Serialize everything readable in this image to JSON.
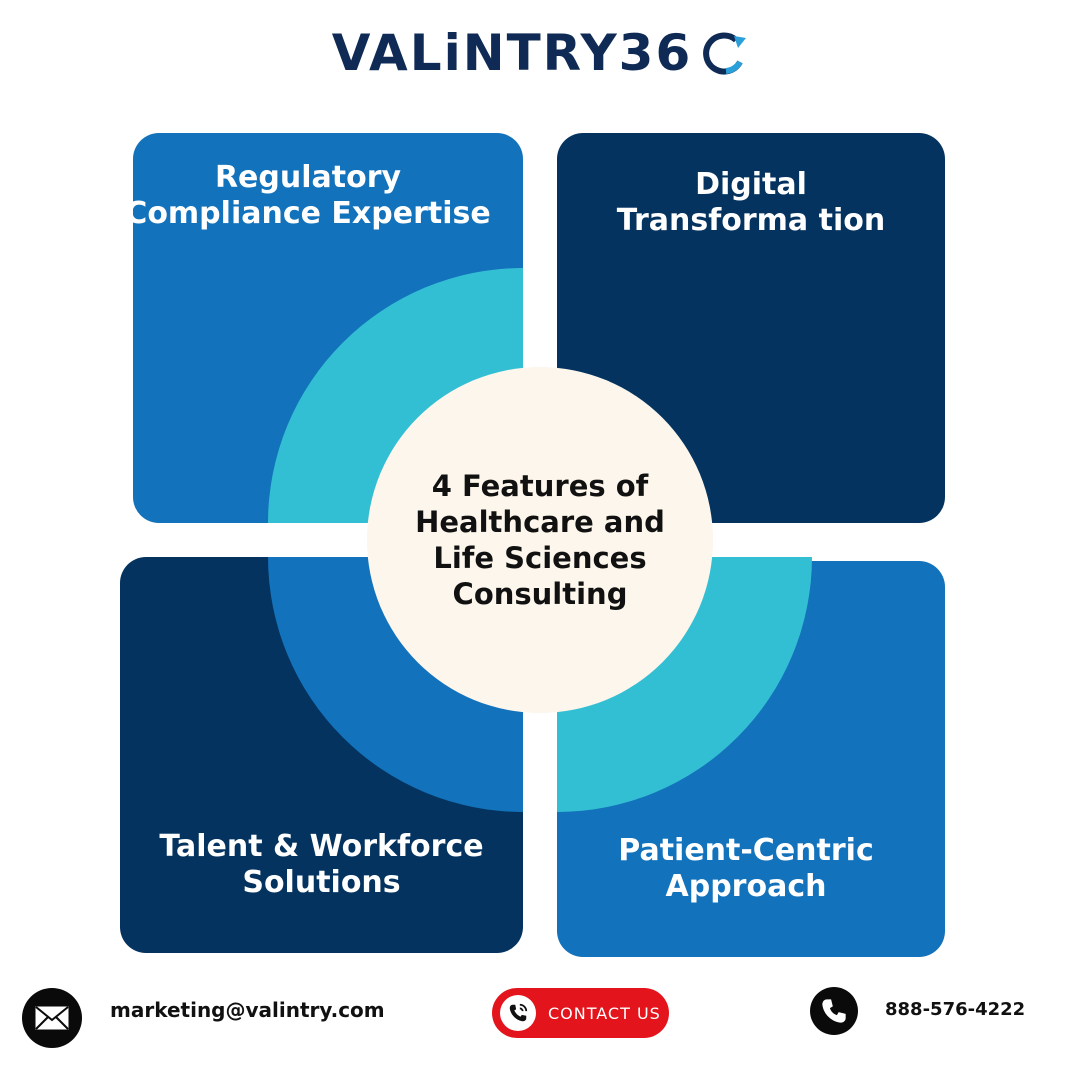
{
  "brand": {
    "name": "VALiNTRY",
    "suffix": "36",
    "accent": "#2a9fd8"
  },
  "center": {
    "title": "4 Features of Healthcare and Life Sciences Consulting"
  },
  "features": [
    {
      "label": "Regulatory Compliance Expertise",
      "color": "#1272bb"
    },
    {
      "label": "Digital Transforma tion",
      "color": "#04335f"
    },
    {
      "label": "Talent & Workforce Solutions",
      "color": "#04335f"
    },
    {
      "label": "Patient-Centric Approach",
      "color": "#1272bb"
    }
  ],
  "arc_colors": {
    "cyan": "#33bfd3",
    "blue": "#1272bb"
  },
  "footer": {
    "email": "marketing@valintry.com",
    "contact_label": "CONTACT US",
    "phone": "888-576-4222",
    "icons": [
      "mail-icon",
      "phone-icon"
    ],
    "button_color": "#e3141b"
  }
}
